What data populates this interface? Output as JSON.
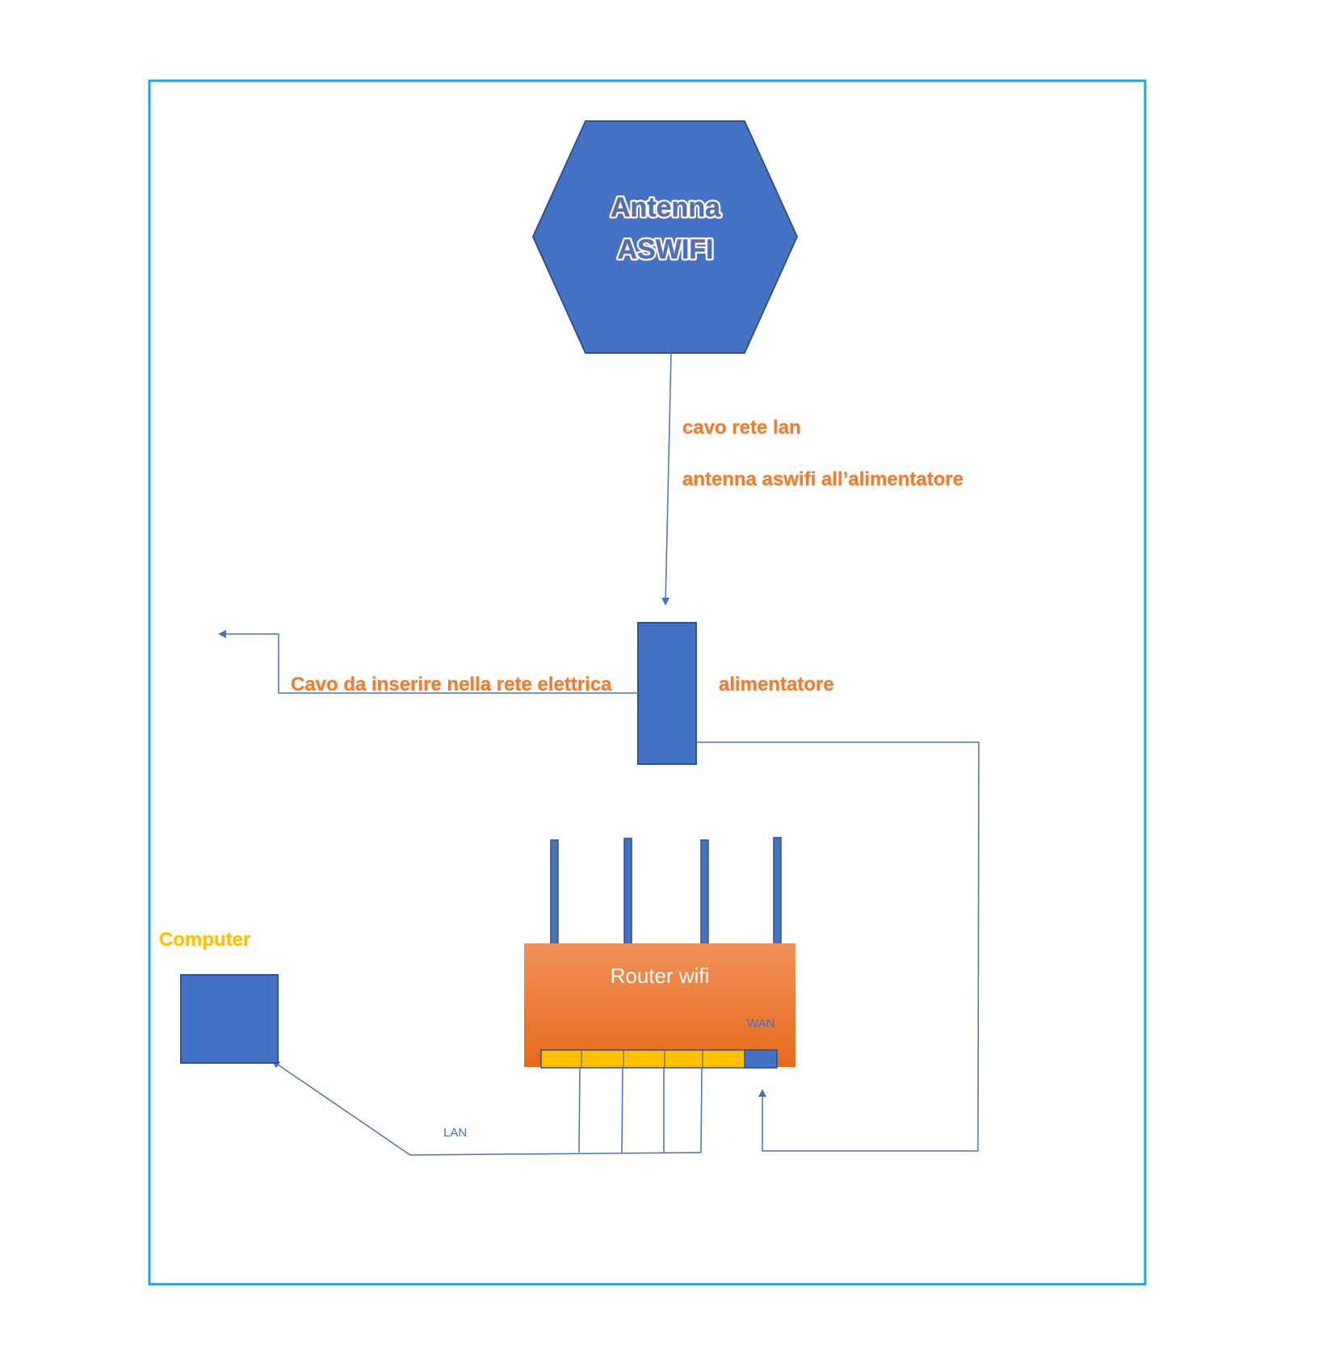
{
  "diagram": {
    "antenna": {
      "line1": "Antenna",
      "line2": "ASWIFI"
    },
    "lan_cable_label": {
      "line1": "cavo rete lan",
      "line2": "antenna aswifi all’alimentatore"
    },
    "power_supply_label": "alimentatore",
    "power_cable_label": "Cavo da inserire nella rete elettrica",
    "router": {
      "label": "Router wifi",
      "wan_label": "WAN"
    },
    "lan_label": "LAN",
    "computer_label": "Computer"
  },
  "colors": {
    "border": "#1aa6dd",
    "shape_blue": "#4472c4",
    "shape_stroke": "#2f528f",
    "label_orange": "#ed7d31",
    "router_top": "#f0915a",
    "router_bottom": "#e66a1a",
    "ports_yellow": "#ffc000",
    "computer_yellow": "#ffc000"
  }
}
